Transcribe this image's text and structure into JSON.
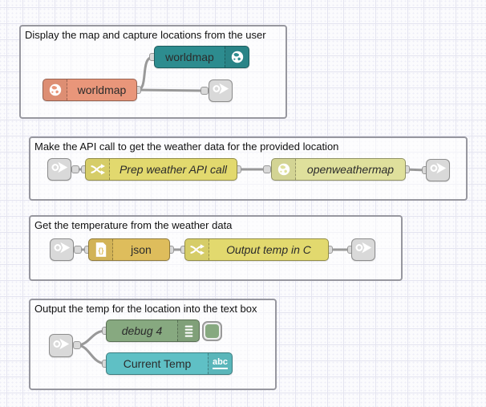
{
  "colors": {
    "canvas_bg": "#fbfbfd",
    "grid_line": "#e4e4f0",
    "group_border": "#97979f",
    "wire": "#999999",
    "port_fill": "#d9d9d9",
    "port_border": "#999999",
    "link_node": "#d9d9d9",
    "worldmap_teal": "#2d8c8f",
    "worldmap_salmon": "#e9967a",
    "change_yellow": "#e2d96e",
    "openweathermap_khaki": "#dfe09c",
    "json_mustard": "#debd5c",
    "debug_green": "#87a980",
    "ui_text_teal": "#5fc0c5"
  },
  "groups": [
    {
      "title": "Display the map and capture locations from the user",
      "nodes": [
        {
          "type": "worldmap",
          "label": "worldmap",
          "color": "#2d8c8f",
          "icon": "globe-icon"
        },
        {
          "type": "worldmap in",
          "label": "worldmap",
          "color": "#e9967a",
          "icon": "globe-icon"
        },
        {
          "type": "link out",
          "color": "#d9d9d9",
          "icon": "link-icon"
        }
      ]
    },
    {
      "title": "Make the API call to get the weather data for the provided location",
      "nodes": [
        {
          "type": "link in",
          "color": "#d9d9d9",
          "icon": "link-icon"
        },
        {
          "type": "change",
          "label": "Prep weather API call",
          "color": "#e2d96e",
          "icon": "swap-icon"
        },
        {
          "type": "openweathermap",
          "label": "openweathermap",
          "color": "#dfe09c",
          "icon": "globe-icon"
        },
        {
          "type": "link out",
          "color": "#d9d9d9",
          "icon": "link-icon"
        }
      ]
    },
    {
      "title": "Get the temperature from the weather data",
      "nodes": [
        {
          "type": "link in",
          "color": "#d9d9d9",
          "icon": "link-icon"
        },
        {
          "type": "json",
          "label": "json",
          "color": "#debd5c",
          "icon": "json-file-icon",
          "icon_glyph": "{}"
        },
        {
          "type": "change",
          "label": "Output temp in C",
          "color": "#e2d96e",
          "icon": "swap-icon"
        },
        {
          "type": "link out",
          "color": "#d9d9d9",
          "icon": "link-icon"
        }
      ]
    },
    {
      "title": "Output the temp for the location into the text box",
      "nodes": [
        {
          "type": "link in",
          "color": "#d9d9d9",
          "icon": "link-icon"
        },
        {
          "type": "debug",
          "label": "debug 4",
          "color": "#87a980",
          "icon": "debug-list-icon",
          "toggle_enabled": true
        },
        {
          "type": "ui_text",
          "label": "Current Temp",
          "color": "#5fc0c5",
          "icon": "abc-icon",
          "icon_label": "abc"
        }
      ]
    }
  ]
}
